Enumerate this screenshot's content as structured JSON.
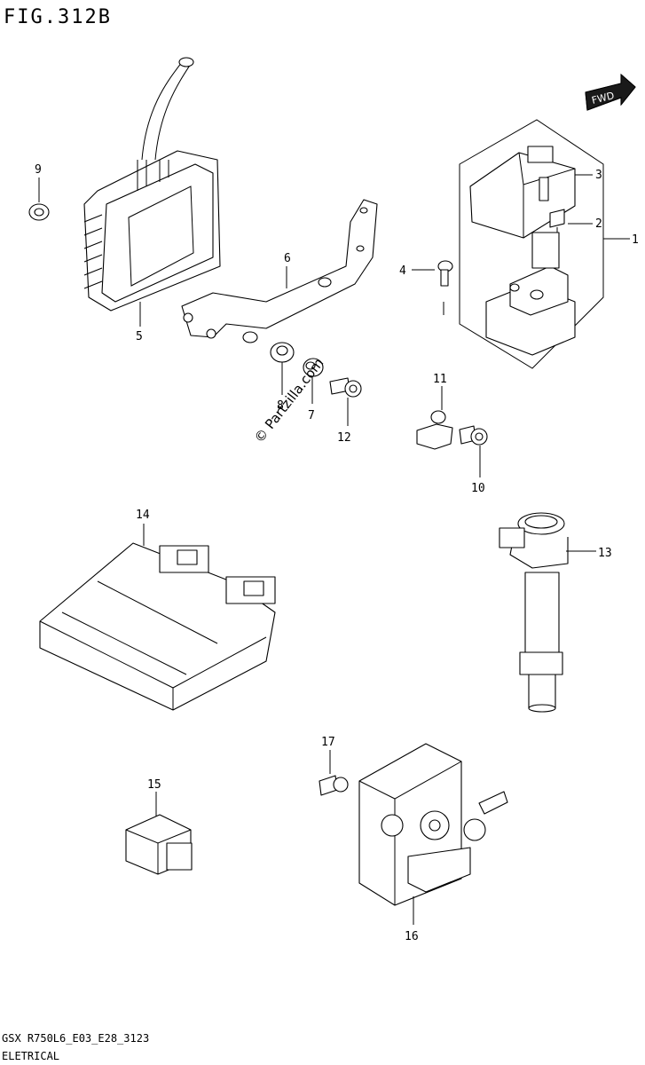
{
  "header": {
    "fig_code": "FIG.312B"
  },
  "fwd_label": "FWD",
  "watermark": "© Partzilla.com",
  "callouts": {
    "c1": "1",
    "c2": "2",
    "c3": "3",
    "c4": "4",
    "c5": "5",
    "c6": "6",
    "c7": "7",
    "c8": "8",
    "c9": "9",
    "c10": "10",
    "c11": "11",
    "c12": "12",
    "c13": "13",
    "c14": "14",
    "c15": "15",
    "c16": "16",
    "c17": "17"
  },
  "footer": {
    "model_code": "GSX R750L6_E03_E28_3123",
    "section": "ELETRICAL"
  }
}
